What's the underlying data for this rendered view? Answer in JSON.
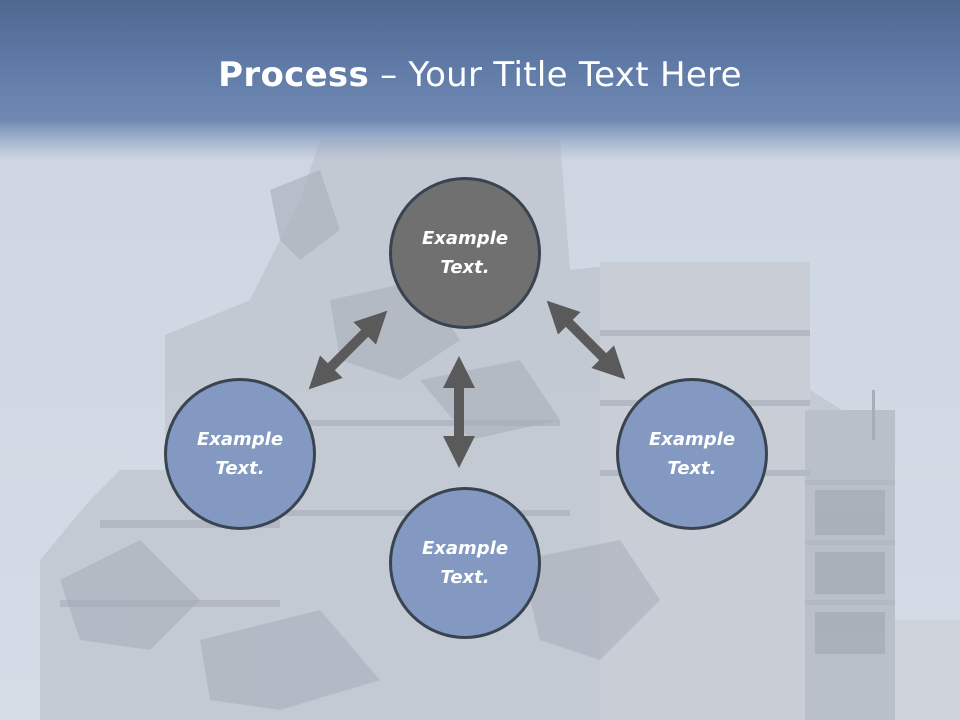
{
  "title": {
    "bold": "Process",
    "rest": " – Your Title Text Here"
  },
  "nodes": {
    "top": "Example\nText.",
    "left": "Example\nText.",
    "bottom": "Example\nText.",
    "right": "Example\nText."
  },
  "colors": {
    "title_band": "#5f7aa6",
    "node_top": "#707070",
    "node_blue": "#8399c1",
    "arrow": "#5a5a5a",
    "node_border": "#3a4350"
  }
}
